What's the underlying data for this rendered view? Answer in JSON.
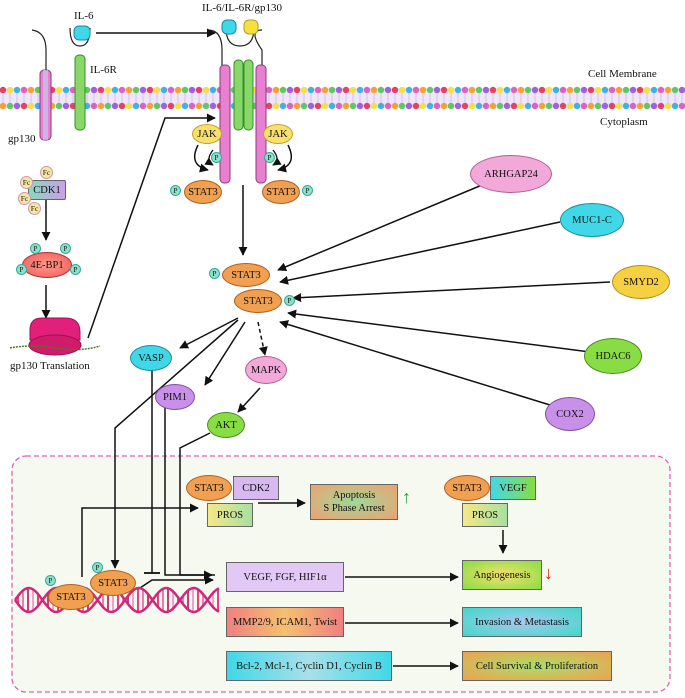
{
  "labels": {
    "il6": "IL-6",
    "il6r": "IL-6R",
    "complex": "IL-6/IL-6R/gp130",
    "gp130": "gp130",
    "cell_membrane": "Cell Membrane",
    "cytoplasm": "Cytoplasm",
    "translation": "gp130 Translation"
  },
  "nodes": {
    "jak": "JAK",
    "stat3": "STAT3",
    "p": "P",
    "fc": "Fc",
    "cdk1": "CDK1",
    "eb1": "4E-BP1",
    "arhgap24": "ARHGAP24",
    "muc1c": "MUC1-C",
    "smyd2": "SMYD2",
    "hdac6": "HDAC6",
    "cox2": "COX2",
    "vasp": "VASP",
    "pim1": "PIM1",
    "mapk": "MAPK",
    "akt": "AKT",
    "cdk2": "CDK2",
    "pros": "PROS",
    "vegf": "VEGF"
  },
  "outcomes": {
    "apoptosis": "Apoptosis\nS Phase Arrest",
    "angiogenesis": "Angiogenesis",
    "invasion": "Invasion & Metastasis",
    "survival": "Cell Survival & Proliferation"
  },
  "genes": {
    "g1": "VEGF, FGF, HIF1α",
    "g2": "MMP2/9, ICAM1, Twist",
    "g3": "Bcl-2, Mcl-1, Cyclin D1, Cyclin B"
  },
  "arrows": {
    "up": "↑",
    "down": "↓"
  },
  "colors": {
    "stat3": "#f0a050",
    "jak": "#f7e070",
    "p": "#8fe0c8",
    "arhgap24": "#f2a8d8",
    "muc1c": "#40d8e8",
    "smyd2": "#f5d040",
    "hdac6": "#88dd44",
    "cox2": "#c890e8",
    "vasp": "#40d8e8",
    "pim1": "#c890e8",
    "mapk": "#f2a8d8",
    "akt": "#88dd44",
    "nucleus_border": "#e060c0",
    "nucleus_bg": "#f6f9ef",
    "up_arrow": "#2a9a3a",
    "down_arrow": "#e02020"
  }
}
